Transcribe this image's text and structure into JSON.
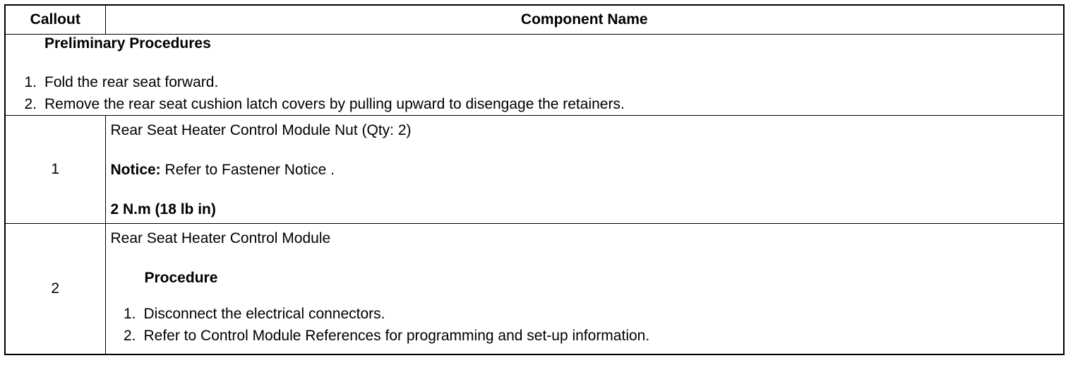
{
  "header": {
    "callout": "Callout",
    "component": "Component Name"
  },
  "preliminary": {
    "title": "Preliminary Procedures",
    "steps": [
      {
        "num": "1.",
        "text": "Fold the rear seat forward."
      },
      {
        "num": "2.",
        "text": "Remove the rear seat cushion latch covers by pulling upward to disengage the retainers."
      }
    ]
  },
  "rows": [
    {
      "callout": "1",
      "name": "Rear Seat Heater Control Module Nut (Qty: 2)",
      "notice_label": "Notice:",
      "notice_text": " Refer to Fastener Notice .",
      "torque": "2 N.m (18 lb in)"
    },
    {
      "callout": "2",
      "name": "Rear Seat Heater Control Module",
      "procedure_title": "Procedure",
      "steps": [
        {
          "num": "1.",
          "text": "Disconnect the electrical connectors."
        },
        {
          "num": "2.",
          "text": "Refer to Control Module References for programming and set-up information."
        }
      ]
    }
  ]
}
